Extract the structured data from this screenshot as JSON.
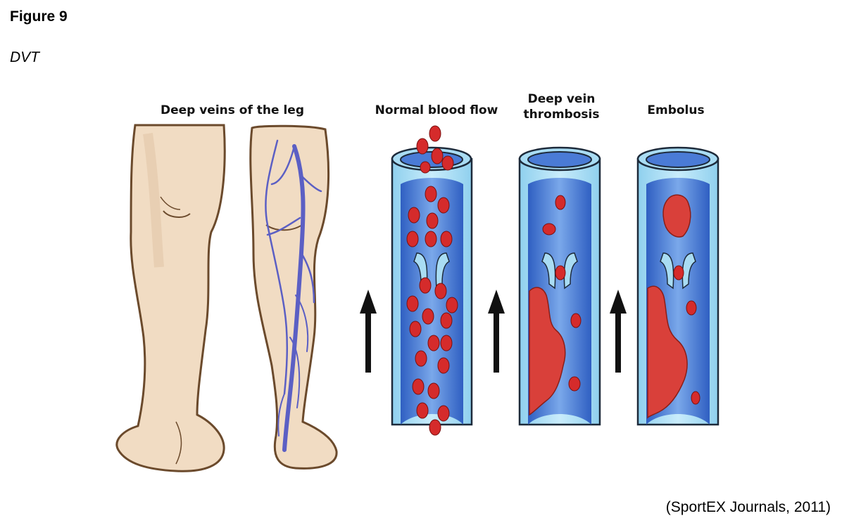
{
  "figure": {
    "title": "Figure 9",
    "subtitle": "DVT",
    "credit": "(SportEX Journals, 2011)"
  },
  "panels": {
    "leg": "Deep veins of the leg",
    "normal_line1": "Normal blood flow",
    "dvt_line1": "Deep vein",
    "dvt_line2": "thrombosis",
    "embolus": "Embolus"
  },
  "colors": {
    "skin": "#f1dcc3",
    "skin_outline": "#6b4a2c",
    "vein": "#5b5fc4",
    "vessel_wall": "#a9dcf3",
    "vessel_inner": "#4a7bd6",
    "blood_cell": "#d52b2b",
    "clot": "#d9403a",
    "arrow": "#111111"
  }
}
